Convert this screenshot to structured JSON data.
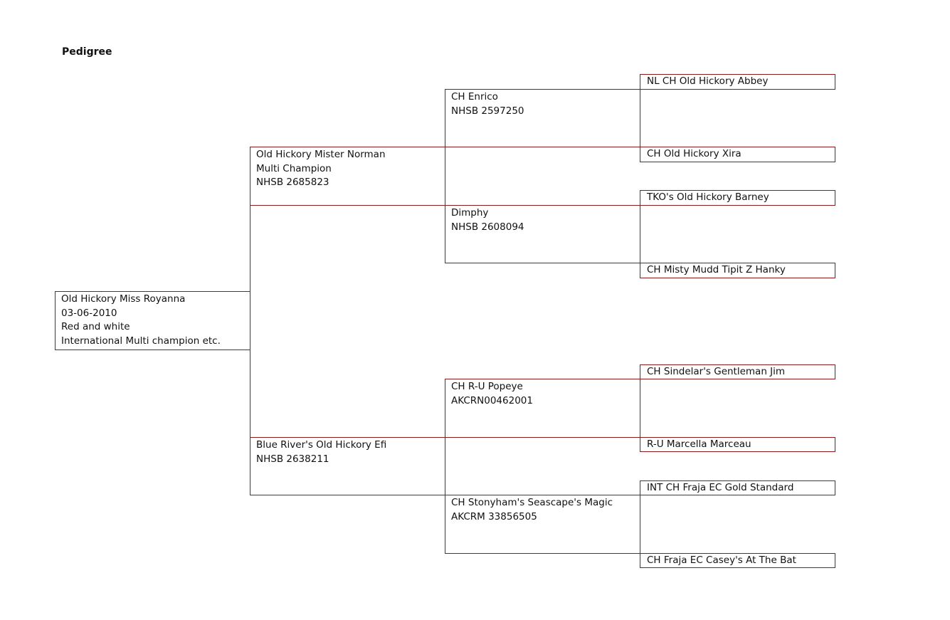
{
  "title": "Pedigree",
  "subject": {
    "name": "Old Hickory  Miss Royanna",
    "birth": "03-06-2010",
    "color": "Red and white",
    "titles": "International Multi champion etc."
  },
  "sire": {
    "name": "Old Hickory  Mister Norman",
    "title": "Multi Champion",
    "reg": "NHSB 2685823"
  },
  "dam": {
    "name": "Blue River's Old Hickory  Efi",
    "reg": "NHSB 2638211"
  },
  "sire_sire": {
    "name": "CH Enrico",
    "reg": "NHSB 2597250"
  },
  "sire_dam": {
    "name": "Dimphy",
    "reg": "NHSB 2608094"
  },
  "dam_sire": {
    "name": "CH R-U Popeye",
    "reg": "AKCRN00462001"
  },
  "dam_dam": {
    "name": "CH Stonyham's  Seascape's Magic",
    "reg": "AKCRM 33856505"
  },
  "great_grandparents": [
    "NL CH Old Hickory Abbey",
    "CH Old Hickory Xira",
    "TKO's Old Hickory Barney",
    "CH Misty Mudd Tipit Z Hanky",
    "CH Sindelar's Gentleman Jim",
    "R-U Marcella Marceau",
    "INT CH Fraja EC Gold  Standard",
    "CH Fraja EC Casey's At The Bat"
  ]
}
